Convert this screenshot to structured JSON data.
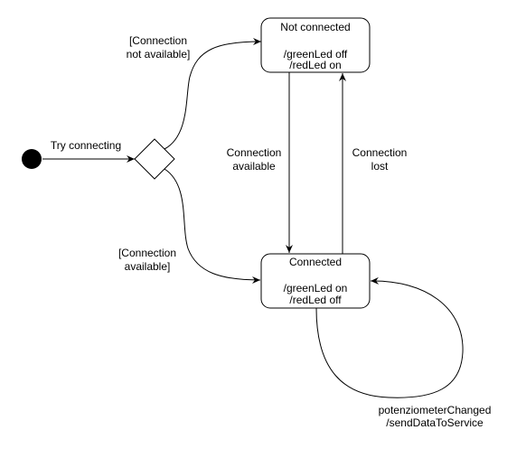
{
  "initial": {
    "label": "Try connecting"
  },
  "states": {
    "not_connected": {
      "name": "Not connected",
      "action1": "/greenLed off",
      "action2": "/redLed on"
    },
    "connected": {
      "name": "Connected",
      "action1": "/greenLed on",
      "action2": "/redLed off"
    }
  },
  "transitions": {
    "decision_to_not_connected": {
      "line1": "[Connection",
      "line2": "not available]"
    },
    "decision_to_connected": {
      "line1": "[Connection",
      "line2": "available]"
    },
    "not_connected_to_connected": {
      "line1": "Connection",
      "line2": "available"
    },
    "connected_to_not_connected": {
      "line1": "Connection",
      "line2": "lost"
    },
    "self_loop": {
      "line1": "potenziometerChanged",
      "line2": "/sendDataToService"
    }
  }
}
